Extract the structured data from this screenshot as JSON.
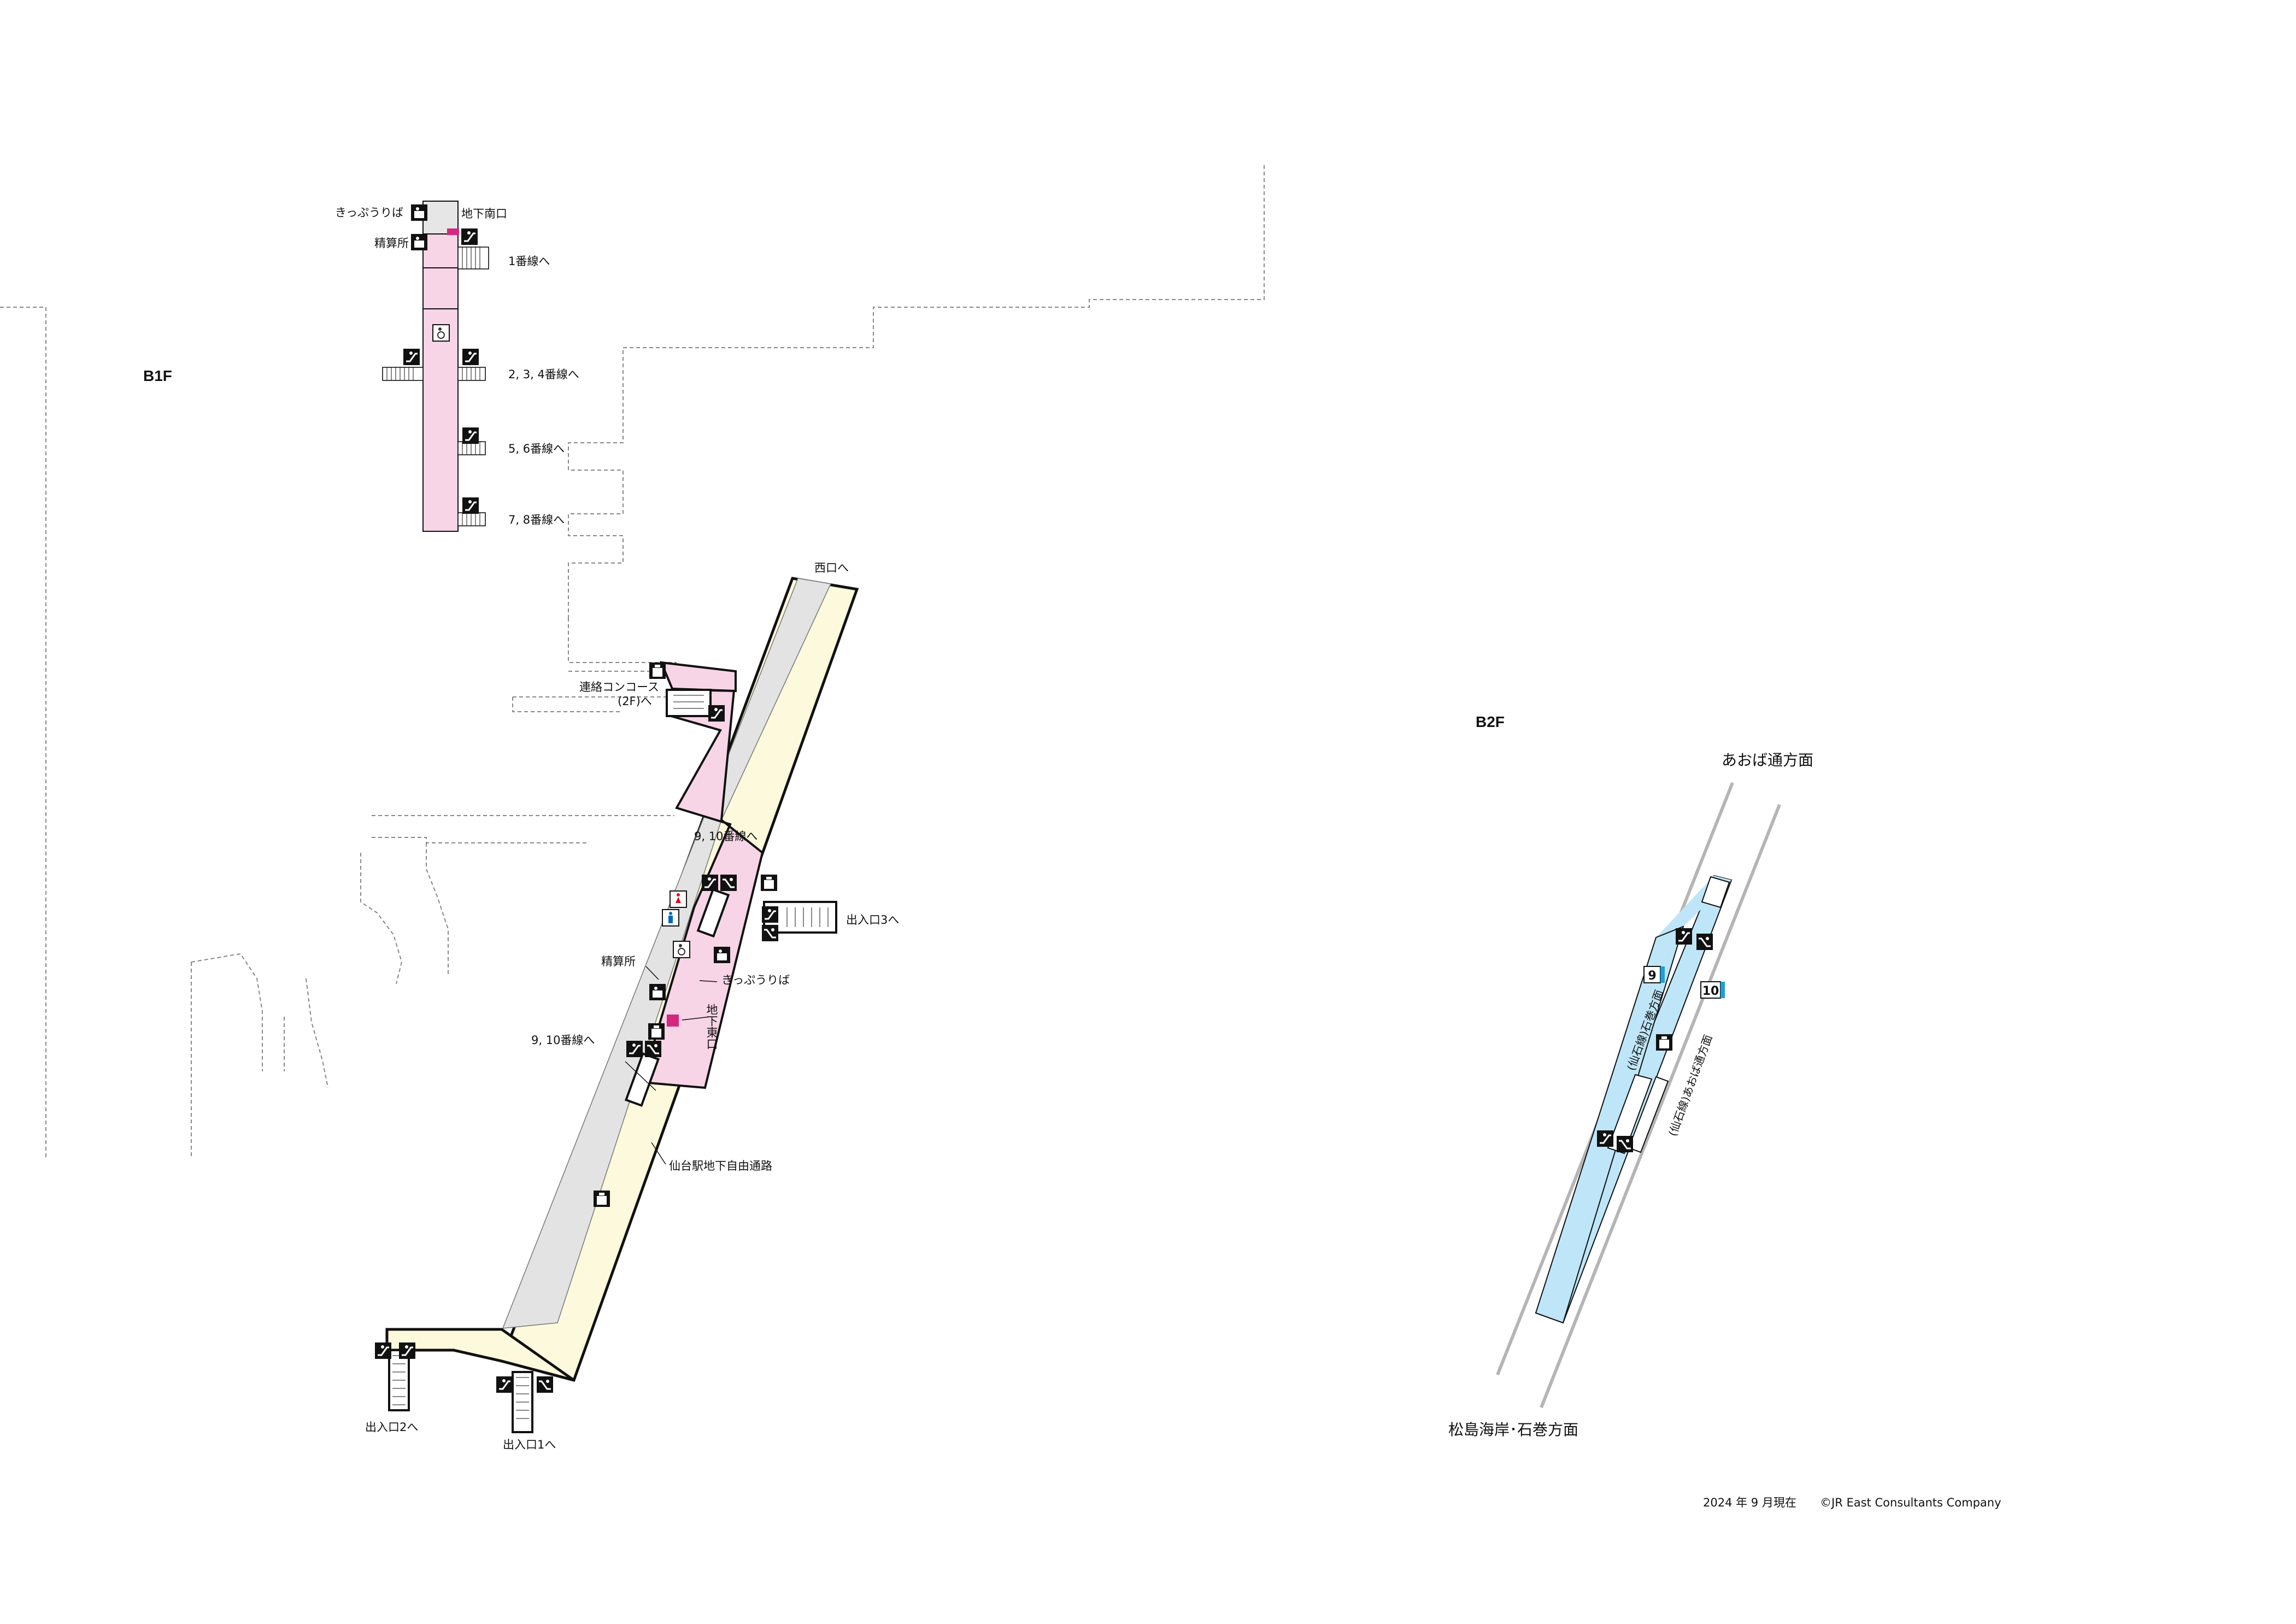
{
  "floors": {
    "b1": "B1F",
    "b2": "B2F"
  },
  "b1_labels": {
    "ticket_machine_top": "きっぷうりば",
    "fare_adjust_top": "精算所",
    "south_exit": "地下南口",
    "to_track1": "1番線へ",
    "to_track234": "2, 3, 4番線へ",
    "to_track56": "5, 6番線へ",
    "to_track78": "7, 8番線へ",
    "to_west_exit": "西口へ",
    "concourse_line1": "連絡コンコース",
    "concourse_line2": "(2F)へ",
    "to_track910_upper": "9, 10番線へ",
    "exit3": "出入口3へ",
    "fare_adjust_main": "精算所",
    "ticket_machine_main": "きっぷうりば",
    "east_exit": "地下東口",
    "to_track910_lower": "9, 10番線へ",
    "free_passage": "仙台駅地下自由通路",
    "exit2": "出入口2へ",
    "exit1": "出入口1へ"
  },
  "b2_labels": {
    "direction_north": "あおば通方面",
    "direction_south": "松島海岸･石巻方面",
    "platform_left": "(仙石線)石巻方面",
    "platform_right": "(仙石線)あおば通方面",
    "track9": "9",
    "track10": "10"
  },
  "footer": {
    "date": "2024 年 9 月現在",
    "copyright": "©JR East Consultants Company"
  },
  "colors": {
    "paid_area": "#f7d4e6",
    "free_area": "#fdf9dc",
    "platform": "#bee6f8",
    "track_area": "#e3e3e3",
    "gate_marker": "#d6267f",
    "wall": "#111111"
  },
  "icons": [
    "escalator-up-icon",
    "escalator-down-icon",
    "elevator-icon",
    "ticket-machine-icon",
    "fare-adjustment-icon",
    "accessible-toilet-icon",
    "mens-toilet-icon",
    "womens-toilet-icon"
  ]
}
